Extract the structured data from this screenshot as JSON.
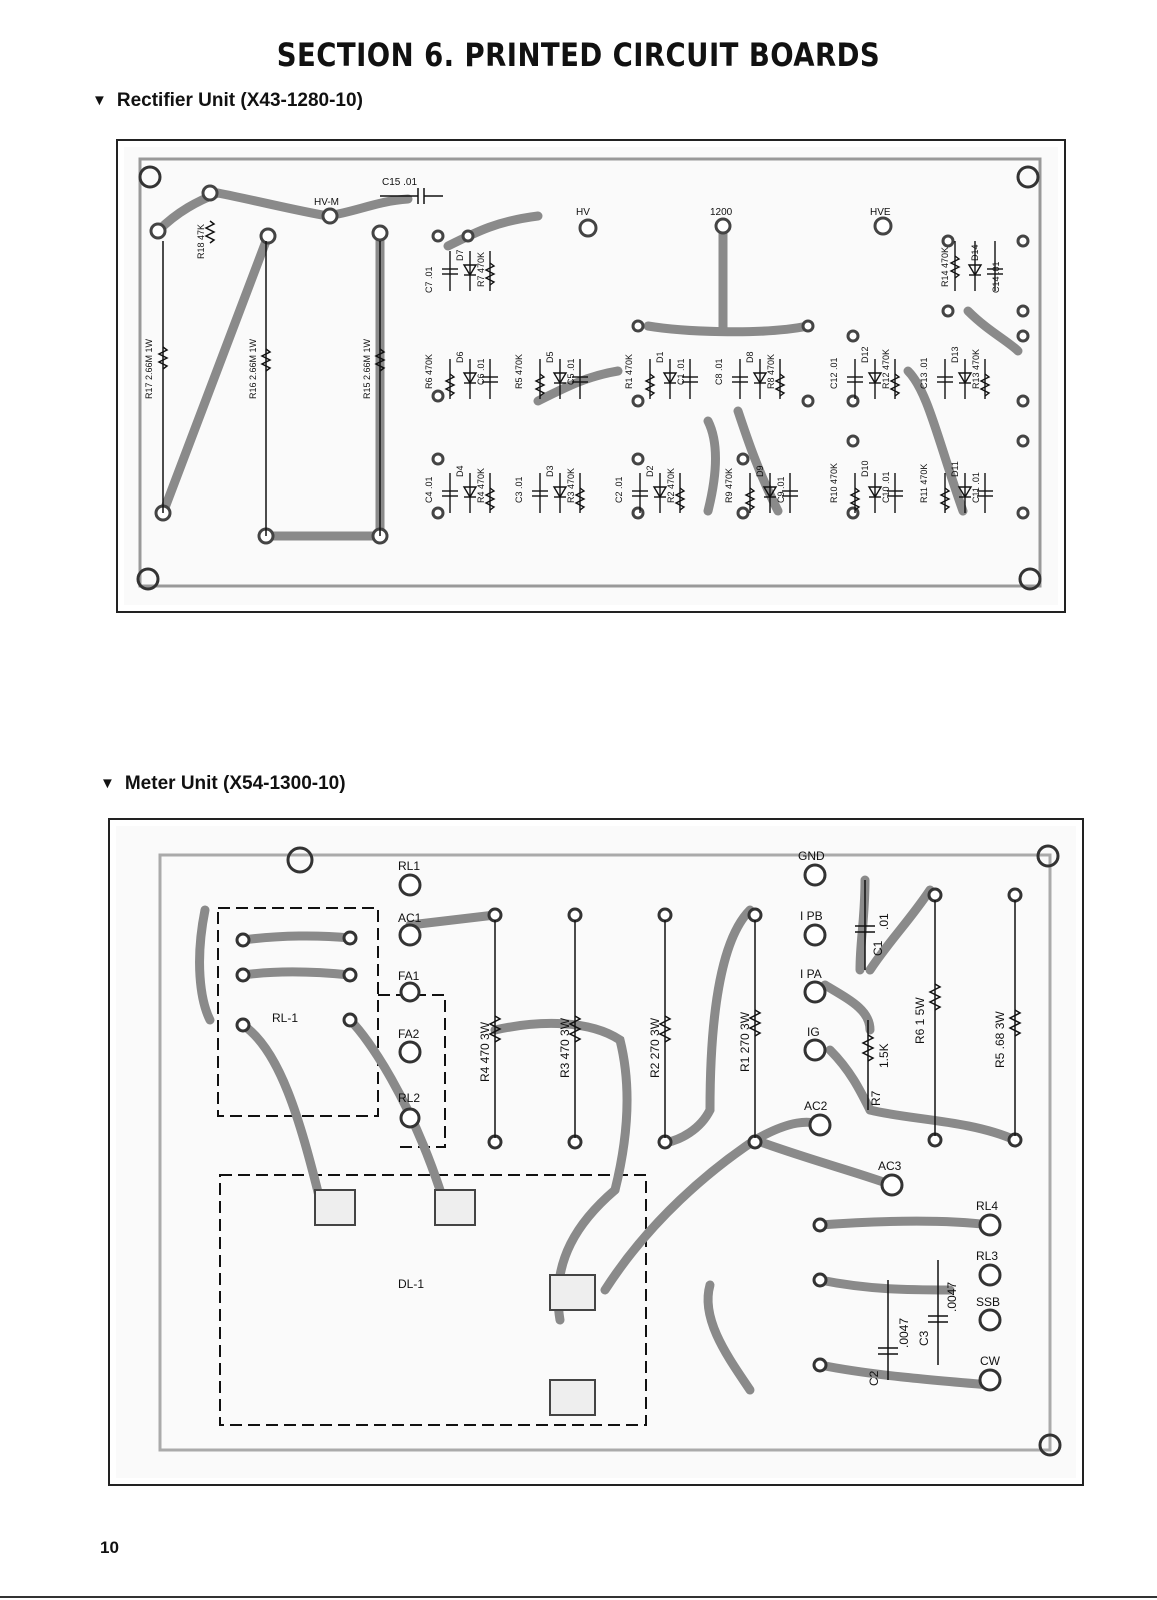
{
  "page": {
    "title": "SECTION 6. PRINTED CIRCUIT BOARDS",
    "page_number": "10"
  },
  "rectifier": {
    "heading": "Rectifier Unit (X43-1280-10)",
    "terminals": {
      "hvm": "HV-M",
      "hv": "HV",
      "t1200": "1200",
      "hve": "HVE"
    },
    "labels": {
      "c15": "C15 .01",
      "r18": "R18 47K",
      "r17": "R17 2.66M 1W",
      "r16": "R16 2.66M 1W",
      "r15": "R15 2.66M 1W",
      "c7": "C7 .01",
      "d7": "D7",
      "r7": "R7 470K",
      "r6": "R6 470K",
      "d6": "D6",
      "c6": "C6 .01",
      "r5": "R5 470K",
      "d5": "D5",
      "c5": "C5 .01",
      "r1": "R1 470K",
      "d1": "D1",
      "c1": "C1 .01",
      "c8": "C8 .01",
      "d8": "D8",
      "r8": "R8 470K",
      "c12": "C12 .01",
      "d12": "D12",
      "r12": "R12 470K",
      "c13": "C13 .01",
      "d13": "D13",
      "r13": "R13 470K",
      "r14": "R14 470K",
      "d14": "D14",
      "c14": "C14 .01",
      "c4": "C4 .01",
      "d4": "D4",
      "r4": "R4 470K",
      "c3": "C3 .01",
      "d3": "D3",
      "r3": "R3 470K",
      "c2": "C2 .01",
      "d2": "D2",
      "r2": "R2 470K",
      "r9": "R9 470K",
      "d9": "D9",
      "c9": "C9 .01",
      "r10": "R10 470K",
      "d10": "D10",
      "c10": "C10 .01",
      "r11": "R11 470K",
      "d11": "D11",
      "c11": "C11 .01"
    }
  },
  "meter": {
    "heading": "Meter Unit (X54-1300-10)",
    "terminals": {
      "rl1": "RL1",
      "ac1": "AC1",
      "fa1": "FA1",
      "fa2": "FA2",
      "rl2": "RL2",
      "gnd": "GND",
      "ipb": "I PB",
      "ipa": "I PA",
      "ig": "IG",
      "ac2": "AC2",
      "ac3": "AC3",
      "rl4": "RL4",
      "rl3": "RL3",
      "ssb": "SSB",
      "cw": "CW"
    },
    "labels": {
      "rl_block": "RL-1",
      "dl_block": "DL-1",
      "r4": "R4 470 3W",
      "r3": "R3 470 3W",
      "r2": "R2 270 3W",
      "r1": "R1 270 3W",
      "c1_val": ".01",
      "c1": "C1",
      "r7_val": "1.5K",
      "r7": "R7",
      "r6": "R6 1 5W",
      "r5": "R5 .68 3W",
      "c2_val": ".0047",
      "c2": "C2",
      "c3_val": ".0047",
      "c3": "C3"
    }
  },
  "colors": {
    "ink": "#111111",
    "trace": "#8a8a8a",
    "board": "#f7f7f7"
  }
}
